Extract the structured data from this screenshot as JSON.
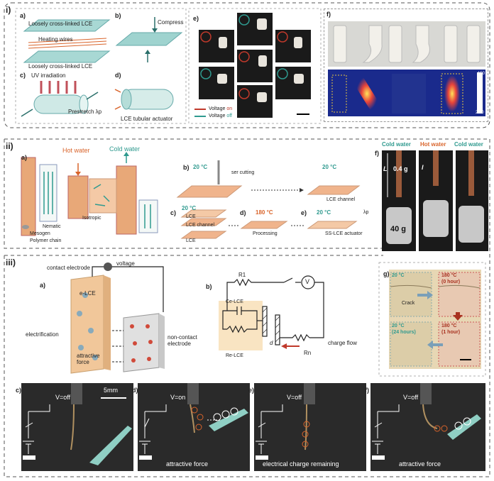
{
  "sections": {
    "i": "i)",
    "ii": "ii)",
    "iii": "iii)"
  },
  "panel_i": {
    "a": "a)",
    "b": "b)",
    "c": "c)",
    "d": "d)",
    "e": "e)",
    "f": "f)",
    "layer_top": "Loosely cross-linked LCE",
    "layer_mid": "Heating wires",
    "layer_bot": "Loosely cross-linked LCE",
    "compress": "Compress",
    "uv": "UV irradiation",
    "prestretch": "Prestretch λp",
    "actuator": "LCE tubular actuator",
    "legend_on_prefix": "Voltage ",
    "legend_on_word": "on",
    "legend_off_prefix": "Voltage ",
    "legend_off_word": "off",
    "scale_hi": "150",
    "scale_lo": "20.0"
  },
  "panel_ii": {
    "a": "a)",
    "b": "b)",
    "c": "c)",
    "d": "d)",
    "e": "e)",
    "f": "f)",
    "hot_water": "Hot water",
    "cold_water": "Cold water",
    "nematic": "Nematic",
    "isotropic": "Isotropic",
    "mesogen": "Mesogen",
    "polymer_chain": "Polymer chain",
    "temp_b1": "20 °C",
    "cutting": "ser cutting",
    "temp_b2": "20 °C",
    "lce_channel": "LCE channel",
    "temp_c": "20 °C",
    "lce_top": "LCE",
    "lce_channel_c": "LCE channel",
    "lce_bot": "LCE",
    "temp_d": "180 °C",
    "processing": "Processing",
    "temp_e": "20 °C",
    "lambda": "λp",
    "ss_actuator": "SS-LCE actuator",
    "f_cold1": "Cold water",
    "f_hot": "Hot water",
    "f_cold2": "Cold water",
    "L": "L",
    "delta": "0.4",
    "g": "g",
    "L2": "l",
    "weight": "40 g"
  },
  "panel_g": {
    "g": "g)",
    "t1a": "20 °C",
    "t1b": "180 °C",
    "t1c": "(0 hour)",
    "crack": "Crack",
    "t2a": "20 °C",
    "t2b": "(24 hours)",
    "t3a": "180 °C",
    "t3b": "(1 hour)"
  },
  "panel_iii": {
    "a": "a)",
    "b": "b)",
    "contact_electrode": "contact electrode",
    "voltage": "voltage",
    "elce": "e-LCE",
    "electrification": "electrification",
    "attractive": "attractive force",
    "noncontact": "non-contact electrode",
    "r1": "R1",
    "c_elce": "Ce-LCE",
    "r_elce": "Re-LCE",
    "d": "d",
    "rn": "Rn",
    "charge_flow": "charge flow",
    "v": "V",
    "photos": [
      {
        "letter": "c)",
        "state": "V=off",
        "caption": "",
        "scale": "5mm"
      },
      {
        "letter": "d)",
        "state": "V=on",
        "caption": "attractive force",
        "scale": ""
      },
      {
        "letter": "e)",
        "state": "V=off",
        "caption": "electrical charge remaining",
        "scale": ""
      },
      {
        "letter": "f)",
        "state": "V=off",
        "caption": "attractive force",
        "scale": ""
      }
    ]
  }
}
